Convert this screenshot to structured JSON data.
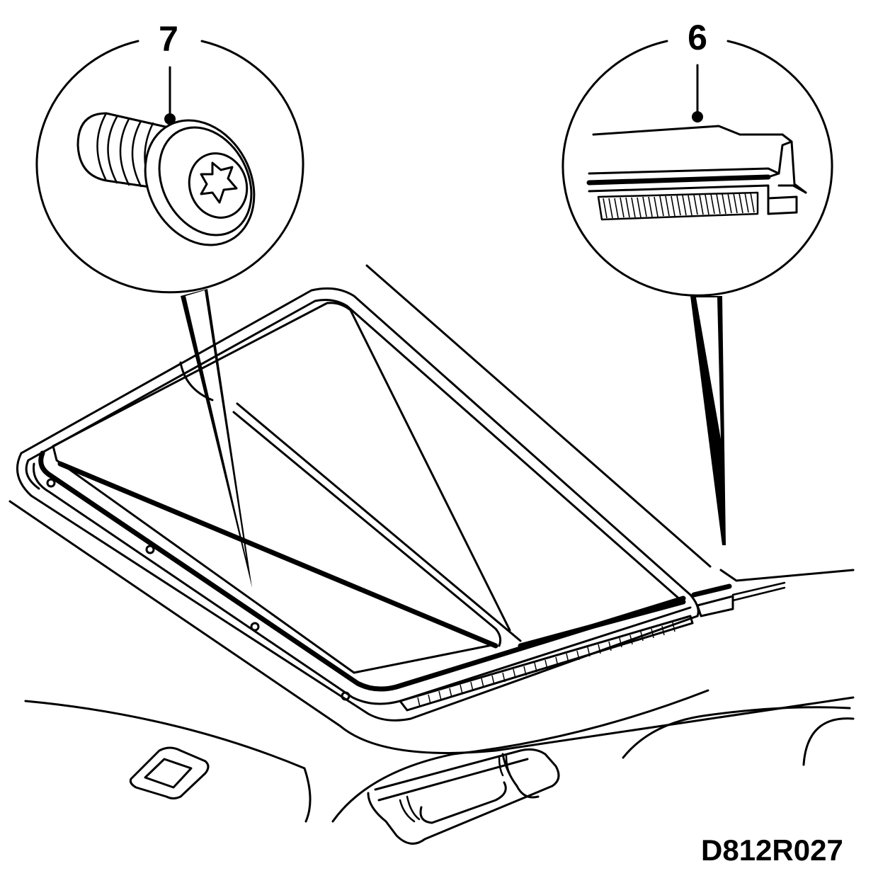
{
  "callouts": [
    {
      "id": "7",
      "label": "7",
      "depicts": "torx-screw"
    },
    {
      "id": "6",
      "label": "6",
      "depicts": "seal-strip-profile"
    }
  ],
  "drawing_code": "D812R027",
  "colors": {
    "line": "#000000",
    "background": "#ffffff"
  }
}
